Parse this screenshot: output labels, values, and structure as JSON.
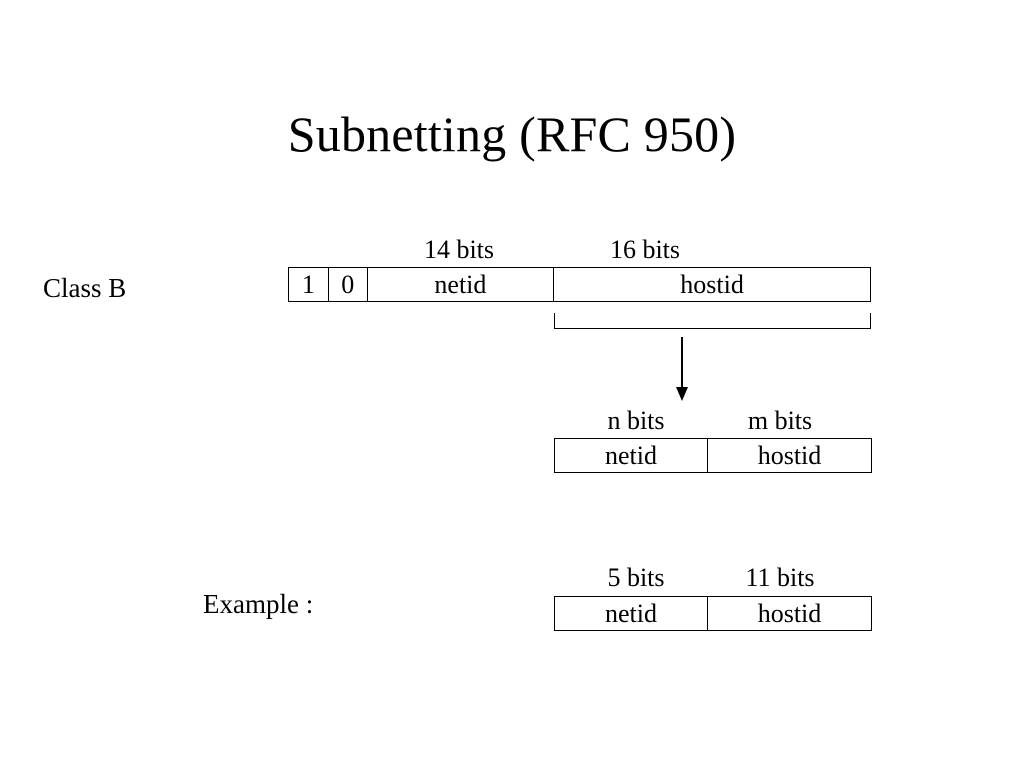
{
  "slide": {
    "title": "Subnetting (RFC 950)",
    "background_color": "#ffffff",
    "text_color": "#000000",
    "line_color": "#000000"
  },
  "class_b": {
    "label": "Class B",
    "captions": {
      "netid_bits": "14 bits",
      "hostid_bits": "16 bits"
    },
    "fields": [
      {
        "name": "bit-1",
        "value": "1"
      },
      {
        "name": "bit-0",
        "value": "0"
      },
      {
        "name": "netid",
        "value": "netid"
      },
      {
        "name": "hostid",
        "value": "hostid"
      }
    ]
  },
  "subnetted": {
    "captions": {
      "netid_bits": "n bits",
      "hostid_bits": "m bits"
    },
    "fields": [
      {
        "name": "netid",
        "value": "netid"
      },
      {
        "name": "hostid",
        "value": "hostid"
      }
    ]
  },
  "example": {
    "label": "Example :",
    "captions": {
      "netid_bits": "5 bits",
      "hostid_bits": "11 bits"
    },
    "fields": [
      {
        "name": "netid",
        "value": "netid"
      },
      {
        "name": "hostid",
        "value": "hostid"
      }
    ]
  },
  "connector": {
    "bracket_name": "hostid-span-bracket",
    "arrow_name": "down-arrow"
  }
}
